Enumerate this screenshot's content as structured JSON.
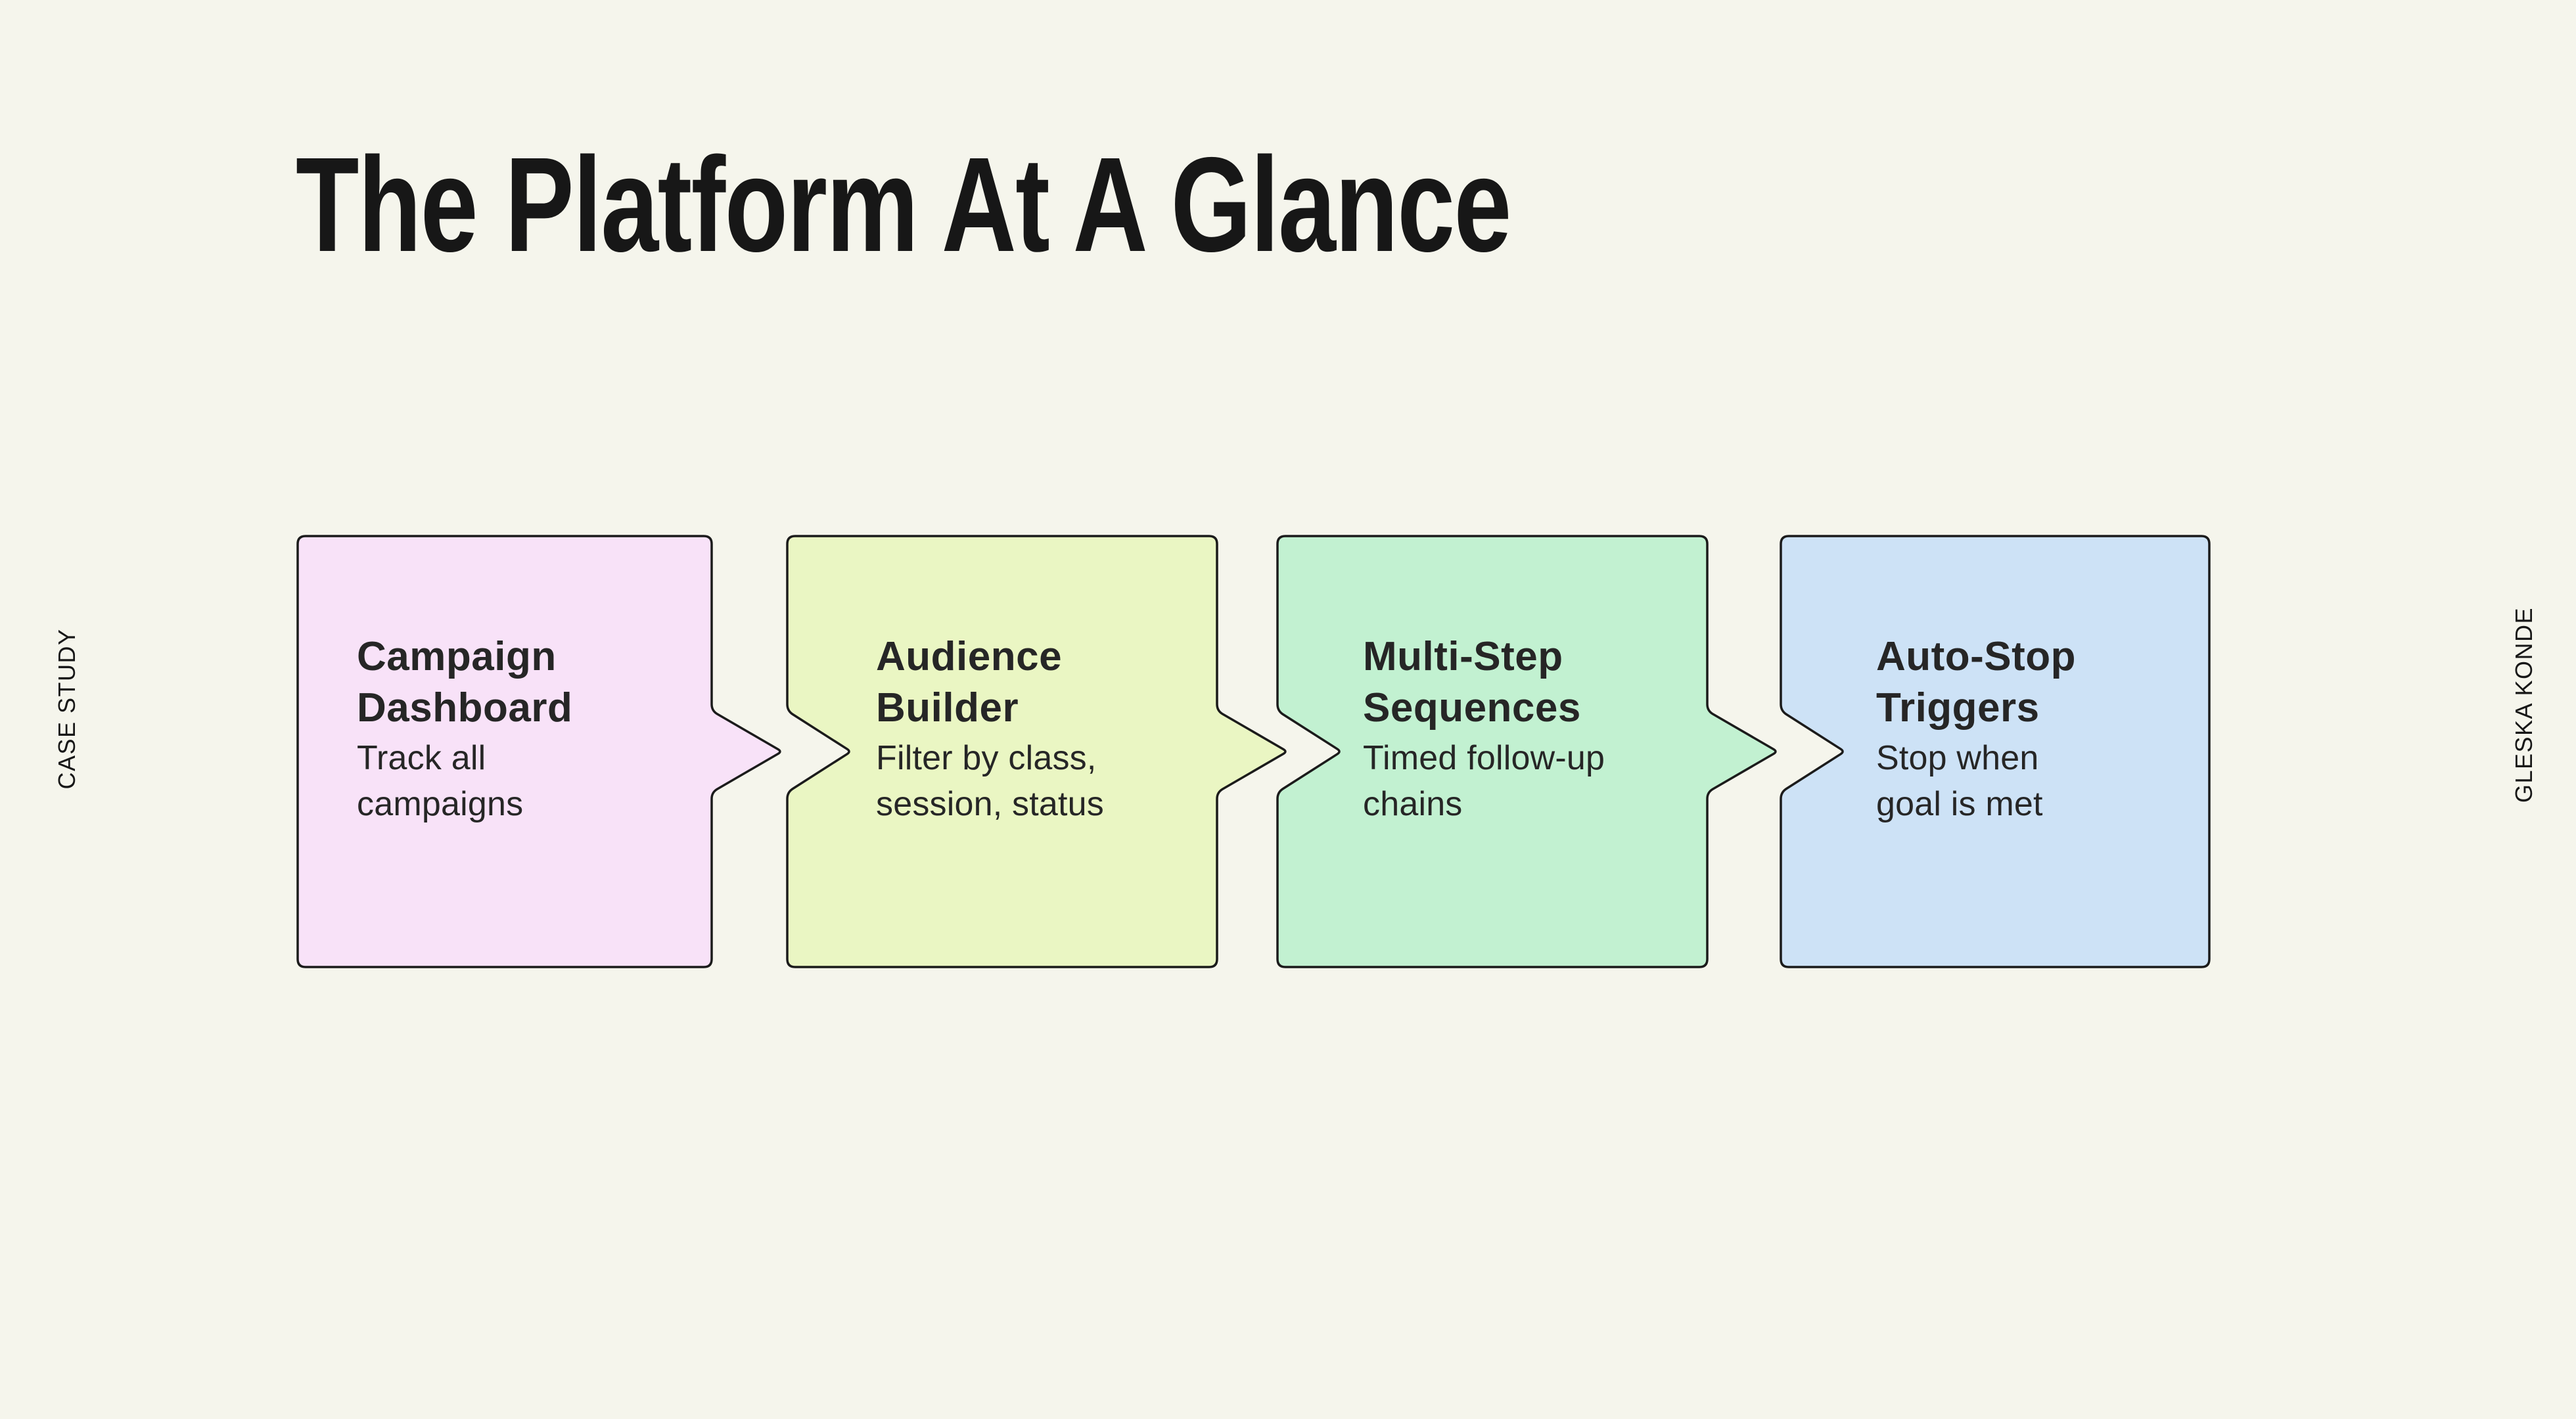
{
  "page": {
    "title": "The Platform At A Glance"
  },
  "side_labels": {
    "left": "CASE STUDY",
    "right": "GLESKA KONDE"
  },
  "palette": {
    "background": "#F5F5EC",
    "outline": "#1B1B1B",
    "heading": "#171717",
    "body_text": "#262626"
  },
  "steps": [
    {
      "title": "Campaign\nDashboard",
      "description": "Track all\ncampaigns",
      "color": "#F8E2F8"
    },
    {
      "title": "Audience\nBuilder",
      "description": "Filter by class,\nsession, status",
      "color": "#EAF6C3"
    },
    {
      "title": "Multi-Step\nSequences",
      "description": "Timed follow-up\nchains",
      "color": "#C2F1D1"
    },
    {
      "title": "Auto-Stop\nTriggers",
      "description": "Stop when\ngoal is met",
      "color": "#CDE2F6"
    }
  ]
}
